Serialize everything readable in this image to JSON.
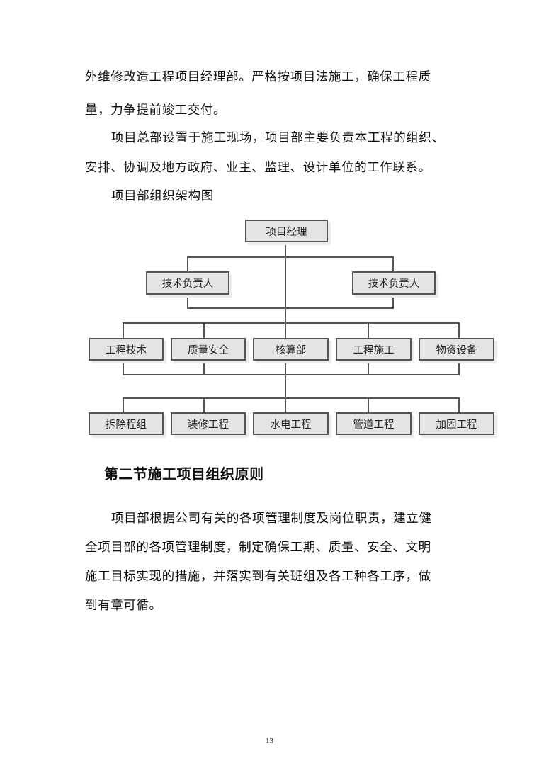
{
  "document": {
    "paragraph1": {
      "lines": [
        "外维修改造工程项目经理部。严格按项目法施工，确保工程质",
        "量，力争提前竣工交付。"
      ]
    },
    "paragraph2": {
      "lines": [
        "项目总部设置于施工现场，项目部主要负责本工程的组织、",
        "安排、协调及地方政府、业主、监理、设计单位的工作联系。"
      ]
    },
    "chart_caption": "项目部组织架构图",
    "org_chart": {
      "root": "项目经理",
      "deputies": [
        "技术负责人",
        "技术负责人"
      ],
      "departments": [
        "工程技术",
        "质量安全",
        "核算部",
        "工程施工",
        "物资设备"
      ],
      "teams": [
        "拆除程组",
        "装修工程",
        "水电工程",
        "管道工程",
        "加固工程"
      ]
    },
    "section_heading": "第二节施工项目组织原则",
    "paragraph3": {
      "lines": [
        "项目部根据公司有关的各项管理制度及岗位职责，建立健",
        "全项目部的各项管理制度，制定确保工期、质量、安全、文明",
        "施工目标实现的措施，并落实到有关班组及各工种各工序，做",
        "到有章可循。"
      ]
    },
    "page_number": "13"
  }
}
